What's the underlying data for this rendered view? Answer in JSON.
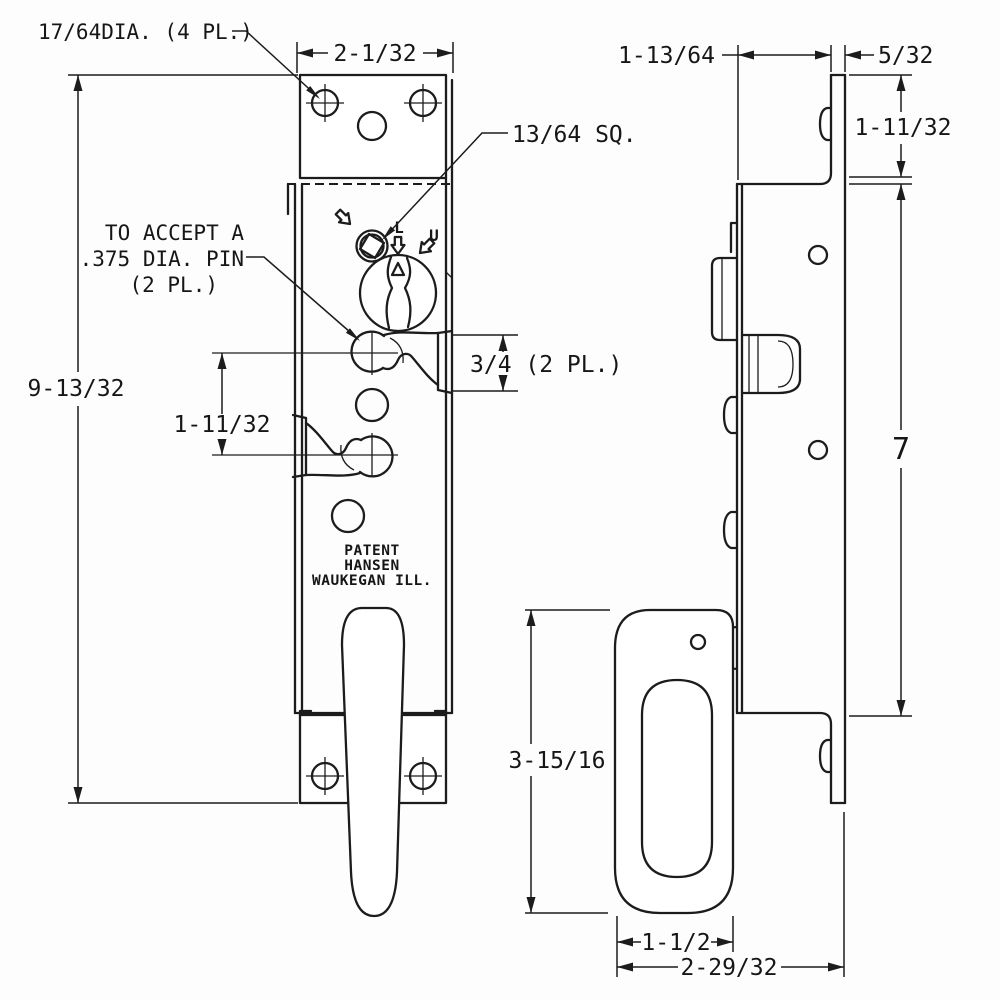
{
  "drawing": {
    "background": "#fdfdfd",
    "line_color": "#1c1c1c",
    "front_view": {
      "dia_note": "17/64DIA. (4 PL.)",
      "top_width": "2-1/32",
      "square_note": "13/64 SQ.",
      "pin_note_1": "TO ACCEPT A",
      "pin_note_2": ".375 DIA. PIN",
      "pin_note_3": "(2 PL.)",
      "overall_height": "9-13/32",
      "pin_spacing": "1-11/32",
      "hook_size": "3/4 (2 PL.)",
      "cam_lock_label": "L",
      "cam_unlock_label": "U",
      "patent_1": "PATENT",
      "patent_2": "HANSEN",
      "patent_3": "WAUKEGAN ILL."
    },
    "side_view": {
      "offset_width": "1-13/64",
      "flange_thickness": "5/32",
      "flange_height": "1-11/32",
      "body_height": "7",
      "handle_length": "3-15/16",
      "handle_width": "1-1/2",
      "overall_depth": "2-29/32"
    }
  }
}
